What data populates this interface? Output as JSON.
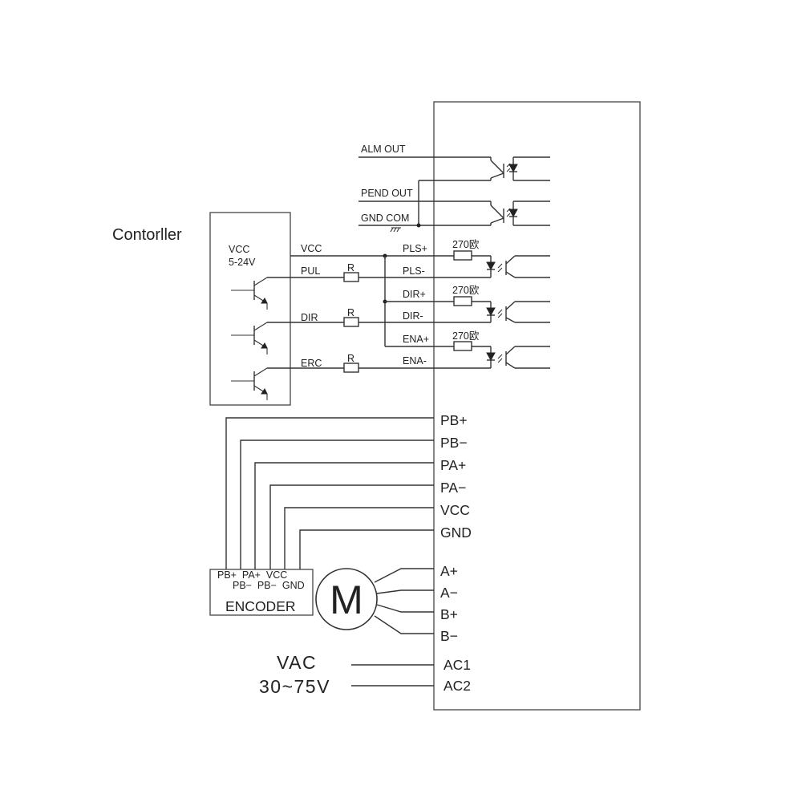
{
  "controller": {
    "title": "Contorller",
    "vcc": "VCC",
    "voltage": "5-24V"
  },
  "signals": {
    "vcc": "VCC",
    "pul": "PUL",
    "dir": "DIR",
    "erc": "ERC",
    "r": "R",
    "resistor_270": "270欧"
  },
  "driver_outputs": {
    "alm_out": "ALM OUT",
    "pend_out": "PEND OUT",
    "gnd_com": "GND COM"
  },
  "driver_inputs": [
    "PLS+",
    "PLS-",
    "DIR+",
    "DIR-",
    "ENA+",
    "ENA-"
  ],
  "encoder_terminals": [
    "PB+",
    "PB−",
    "PA+",
    "PA−",
    "VCC",
    "GND"
  ],
  "motor_terminals": [
    "A+",
    "A−",
    "B+",
    "B−"
  ],
  "encoder": {
    "title": "ENCODER",
    "pins_top": "PB+  PA+  VCC",
    "pins_bottom": "PB−  PB−  GND"
  },
  "motor": {
    "label": "M"
  },
  "power": {
    "label_1": "VAC",
    "label_2": "30~75V",
    "terminals": [
      "AC1",
      "AC2"
    ]
  }
}
